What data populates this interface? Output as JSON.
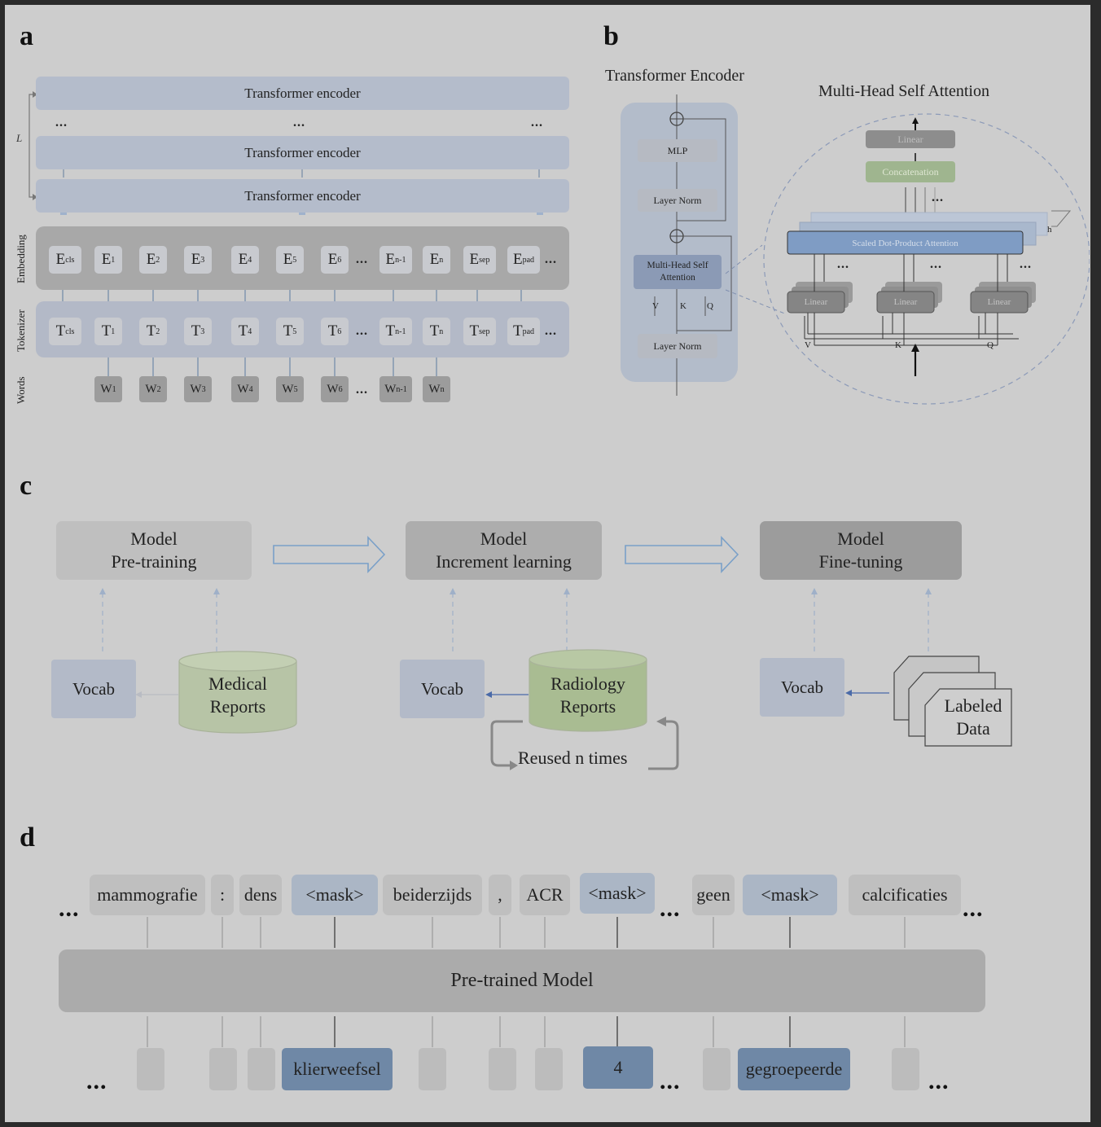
{
  "panel_a": {
    "label": "a",
    "encoder_label": "Transformer encoder",
    "dots": "...",
    "layer_symbol": "L",
    "row_labels": {
      "embedding": "Embedding",
      "tokenizer": "Tokenizer",
      "words": "Words"
    },
    "embeddings": [
      {
        "base": "E",
        "sub": "cls"
      },
      {
        "base": "E",
        "sub": "1"
      },
      {
        "base": "E",
        "sub": "2"
      },
      {
        "base": "E",
        "sub": "3"
      },
      {
        "base": "E",
        "sub": "4"
      },
      {
        "base": "E",
        "sub": "5"
      },
      {
        "base": "E",
        "sub": "6"
      },
      {
        "base": "...",
        "sub": ""
      },
      {
        "base": "E",
        "sub": "n-1"
      },
      {
        "base": "E",
        "sub": "n"
      },
      {
        "base": "E",
        "sub": "sep"
      },
      {
        "base": "E",
        "sub": "pad"
      },
      {
        "base": "...",
        "sub": ""
      }
    ],
    "tokens": [
      {
        "base": "T",
        "sub": "cls"
      },
      {
        "base": "T",
        "sub": "1"
      },
      {
        "base": "T",
        "sub": "2"
      },
      {
        "base": "T",
        "sub": "3"
      },
      {
        "base": "T",
        "sub": "4"
      },
      {
        "base": "T",
        "sub": "5"
      },
      {
        "base": "T",
        "sub": "6"
      },
      {
        "base": "...",
        "sub": ""
      },
      {
        "base": "T",
        "sub": "n-1"
      },
      {
        "base": "T",
        "sub": "n"
      },
      {
        "base": "T",
        "sub": "sep"
      },
      {
        "base": "T",
        "sub": "pad"
      },
      {
        "base": "...",
        "sub": ""
      }
    ],
    "words": [
      {
        "base": "W",
        "sub": "1"
      },
      {
        "base": "W",
        "sub": "2"
      },
      {
        "base": "W",
        "sub": "3"
      },
      {
        "base": "W",
        "sub": "4"
      },
      {
        "base": "W",
        "sub": "5"
      },
      {
        "base": "W",
        "sub": "6"
      },
      {
        "base": "...",
        "sub": ""
      },
      {
        "base": "W",
        "sub": "n-1"
      },
      {
        "base": "W",
        "sub": "n"
      }
    ]
  },
  "panel_b": {
    "label": "b",
    "encoder_title": "Transformer Encoder",
    "mhsa_title": "Multi-Head Self Attention",
    "mlp": "MLP",
    "layer_norm": "Layer Norm",
    "mhsa_block": "Multi-Head Self Attention",
    "vkq": [
      "V",
      "K",
      "Q"
    ],
    "linear": "Linear",
    "concatenation": "Concatenation",
    "scaled_dot": "Scaled Dot-Product Attention",
    "heads": "h",
    "dots": "..."
  },
  "panel_c": {
    "label": "c",
    "stages": [
      {
        "line1": "Model",
        "line2": "Pre-training"
      },
      {
        "line1": "Model",
        "line2": "Increment learning"
      },
      {
        "line1": "Model",
        "line2": "Fine-tuning"
      }
    ],
    "vocab": "Vocab",
    "medical_reports": {
      "line1": "Medical",
      "line2": "Reports"
    },
    "radiology_reports": {
      "line1": "Radiology",
      "line2": "Reports"
    },
    "labeled_data": {
      "line1": "Labeled",
      "line2": "Data"
    },
    "reused": "Reused n times",
    "colors": {
      "arrow": "#7aa0c8",
      "db_fill": "#b7c4a6",
      "vocab_fill": "#b3bac8"
    }
  },
  "panel_d": {
    "label": "d",
    "ellipsis": "...",
    "input_tokens": [
      "mammografie",
      ":",
      "dens",
      "<mask>",
      "beiderzijds",
      ",",
      "ACR",
      "<mask>",
      "geen",
      "<mask>",
      "calcificaties"
    ],
    "model_label": "Pre-trained Model",
    "output_tokens": [
      "",
      "",
      "",
      "klierweefsel",
      "",
      "",
      "",
      "4",
      "",
      "gegroepeerde",
      ""
    ],
    "colors": {
      "mask": "#abb6c5",
      "prediction": "#6f88a6"
    }
  }
}
